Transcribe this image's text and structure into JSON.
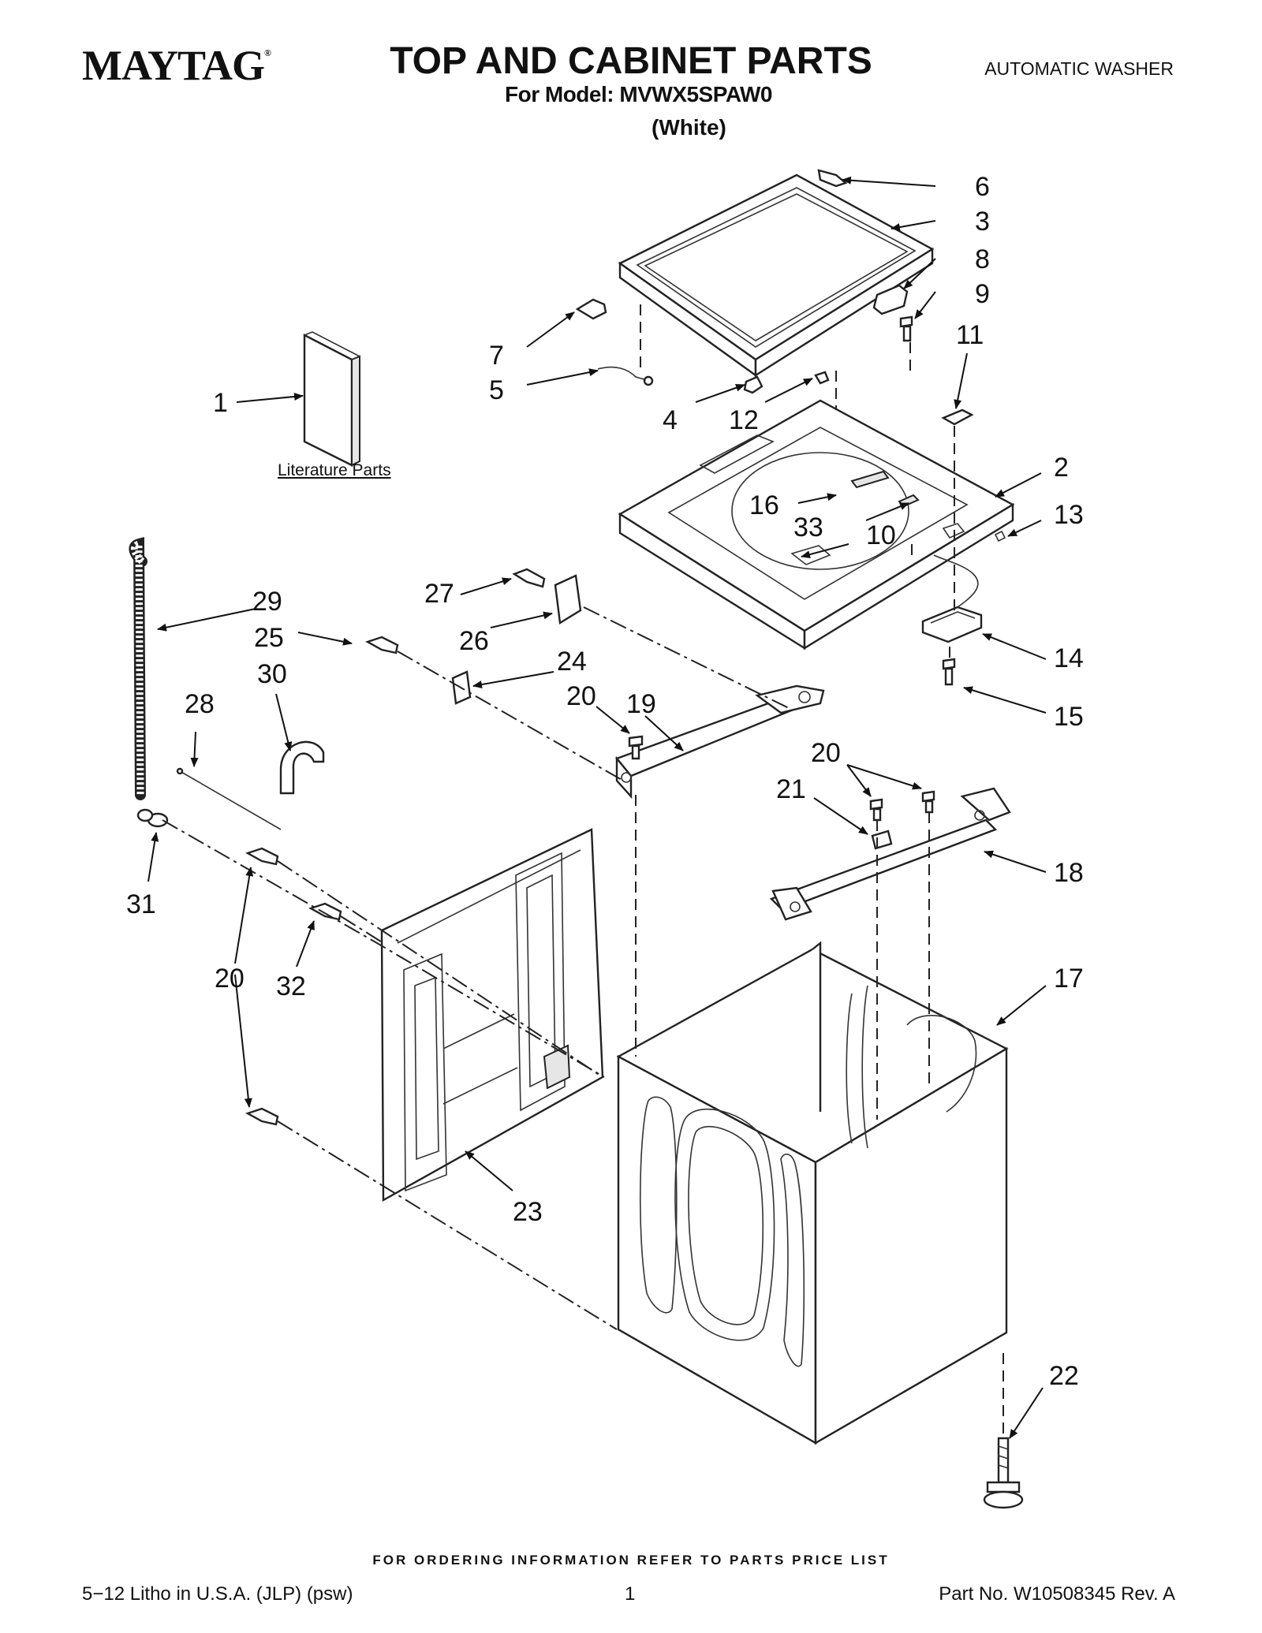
{
  "header": {
    "brand": "MAYTAG",
    "brand_mark": "®",
    "title": "TOP AND CABINET PARTS",
    "doc_type": "AUTOMATIC WASHER",
    "model_line": "For Model: MVWX5SPAW0",
    "color_line": "(White)"
  },
  "literature_label": "Literature Parts",
  "callouts": [
    {
      "id": "c6",
      "label": "6"
    },
    {
      "id": "c3",
      "label": "3"
    },
    {
      "id": "c8",
      "label": "8"
    },
    {
      "id": "c9",
      "label": "9"
    },
    {
      "id": "c11",
      "label": "11"
    },
    {
      "id": "c7",
      "label": "7"
    },
    {
      "id": "c5",
      "label": "5"
    },
    {
      "id": "c4",
      "label": "4"
    },
    {
      "id": "c12",
      "label": "12"
    },
    {
      "id": "c1",
      "label": "1"
    },
    {
      "id": "c2",
      "label": "2"
    },
    {
      "id": "c16",
      "label": "16"
    },
    {
      "id": "c33",
      "label": "33"
    },
    {
      "id": "c10",
      "label": "10"
    },
    {
      "id": "c13",
      "label": "13"
    },
    {
      "id": "c29",
      "label": "29"
    },
    {
      "id": "c25",
      "label": "25"
    },
    {
      "id": "c27",
      "label": "27"
    },
    {
      "id": "c26",
      "label": "26"
    },
    {
      "id": "c30",
      "label": "30"
    },
    {
      "id": "c24",
      "label": "24"
    },
    {
      "id": "c14",
      "label": "14"
    },
    {
      "id": "c28",
      "label": "28"
    },
    {
      "id": "c20a",
      "label": "20"
    },
    {
      "id": "c19",
      "label": "19"
    },
    {
      "id": "c15",
      "label": "15"
    },
    {
      "id": "c20b",
      "label": "20"
    },
    {
      "id": "c21",
      "label": "21"
    },
    {
      "id": "c18",
      "label": "18"
    },
    {
      "id": "c31",
      "label": "31"
    },
    {
      "id": "c20c",
      "label": "20"
    },
    {
      "id": "c32",
      "label": "32"
    },
    {
      "id": "c17",
      "label": "17"
    },
    {
      "id": "c23",
      "label": "23"
    },
    {
      "id": "c22",
      "label": "22"
    }
  ],
  "footer": {
    "ordering_note": "FOR ORDERING INFORMATION REFER TO PARTS PRICE LIST",
    "litho": "5−12 Litho in U.S.A. (JLP) (psw)",
    "page_number": "1",
    "part_number": "Part No. W10508345 Rev. A"
  }
}
